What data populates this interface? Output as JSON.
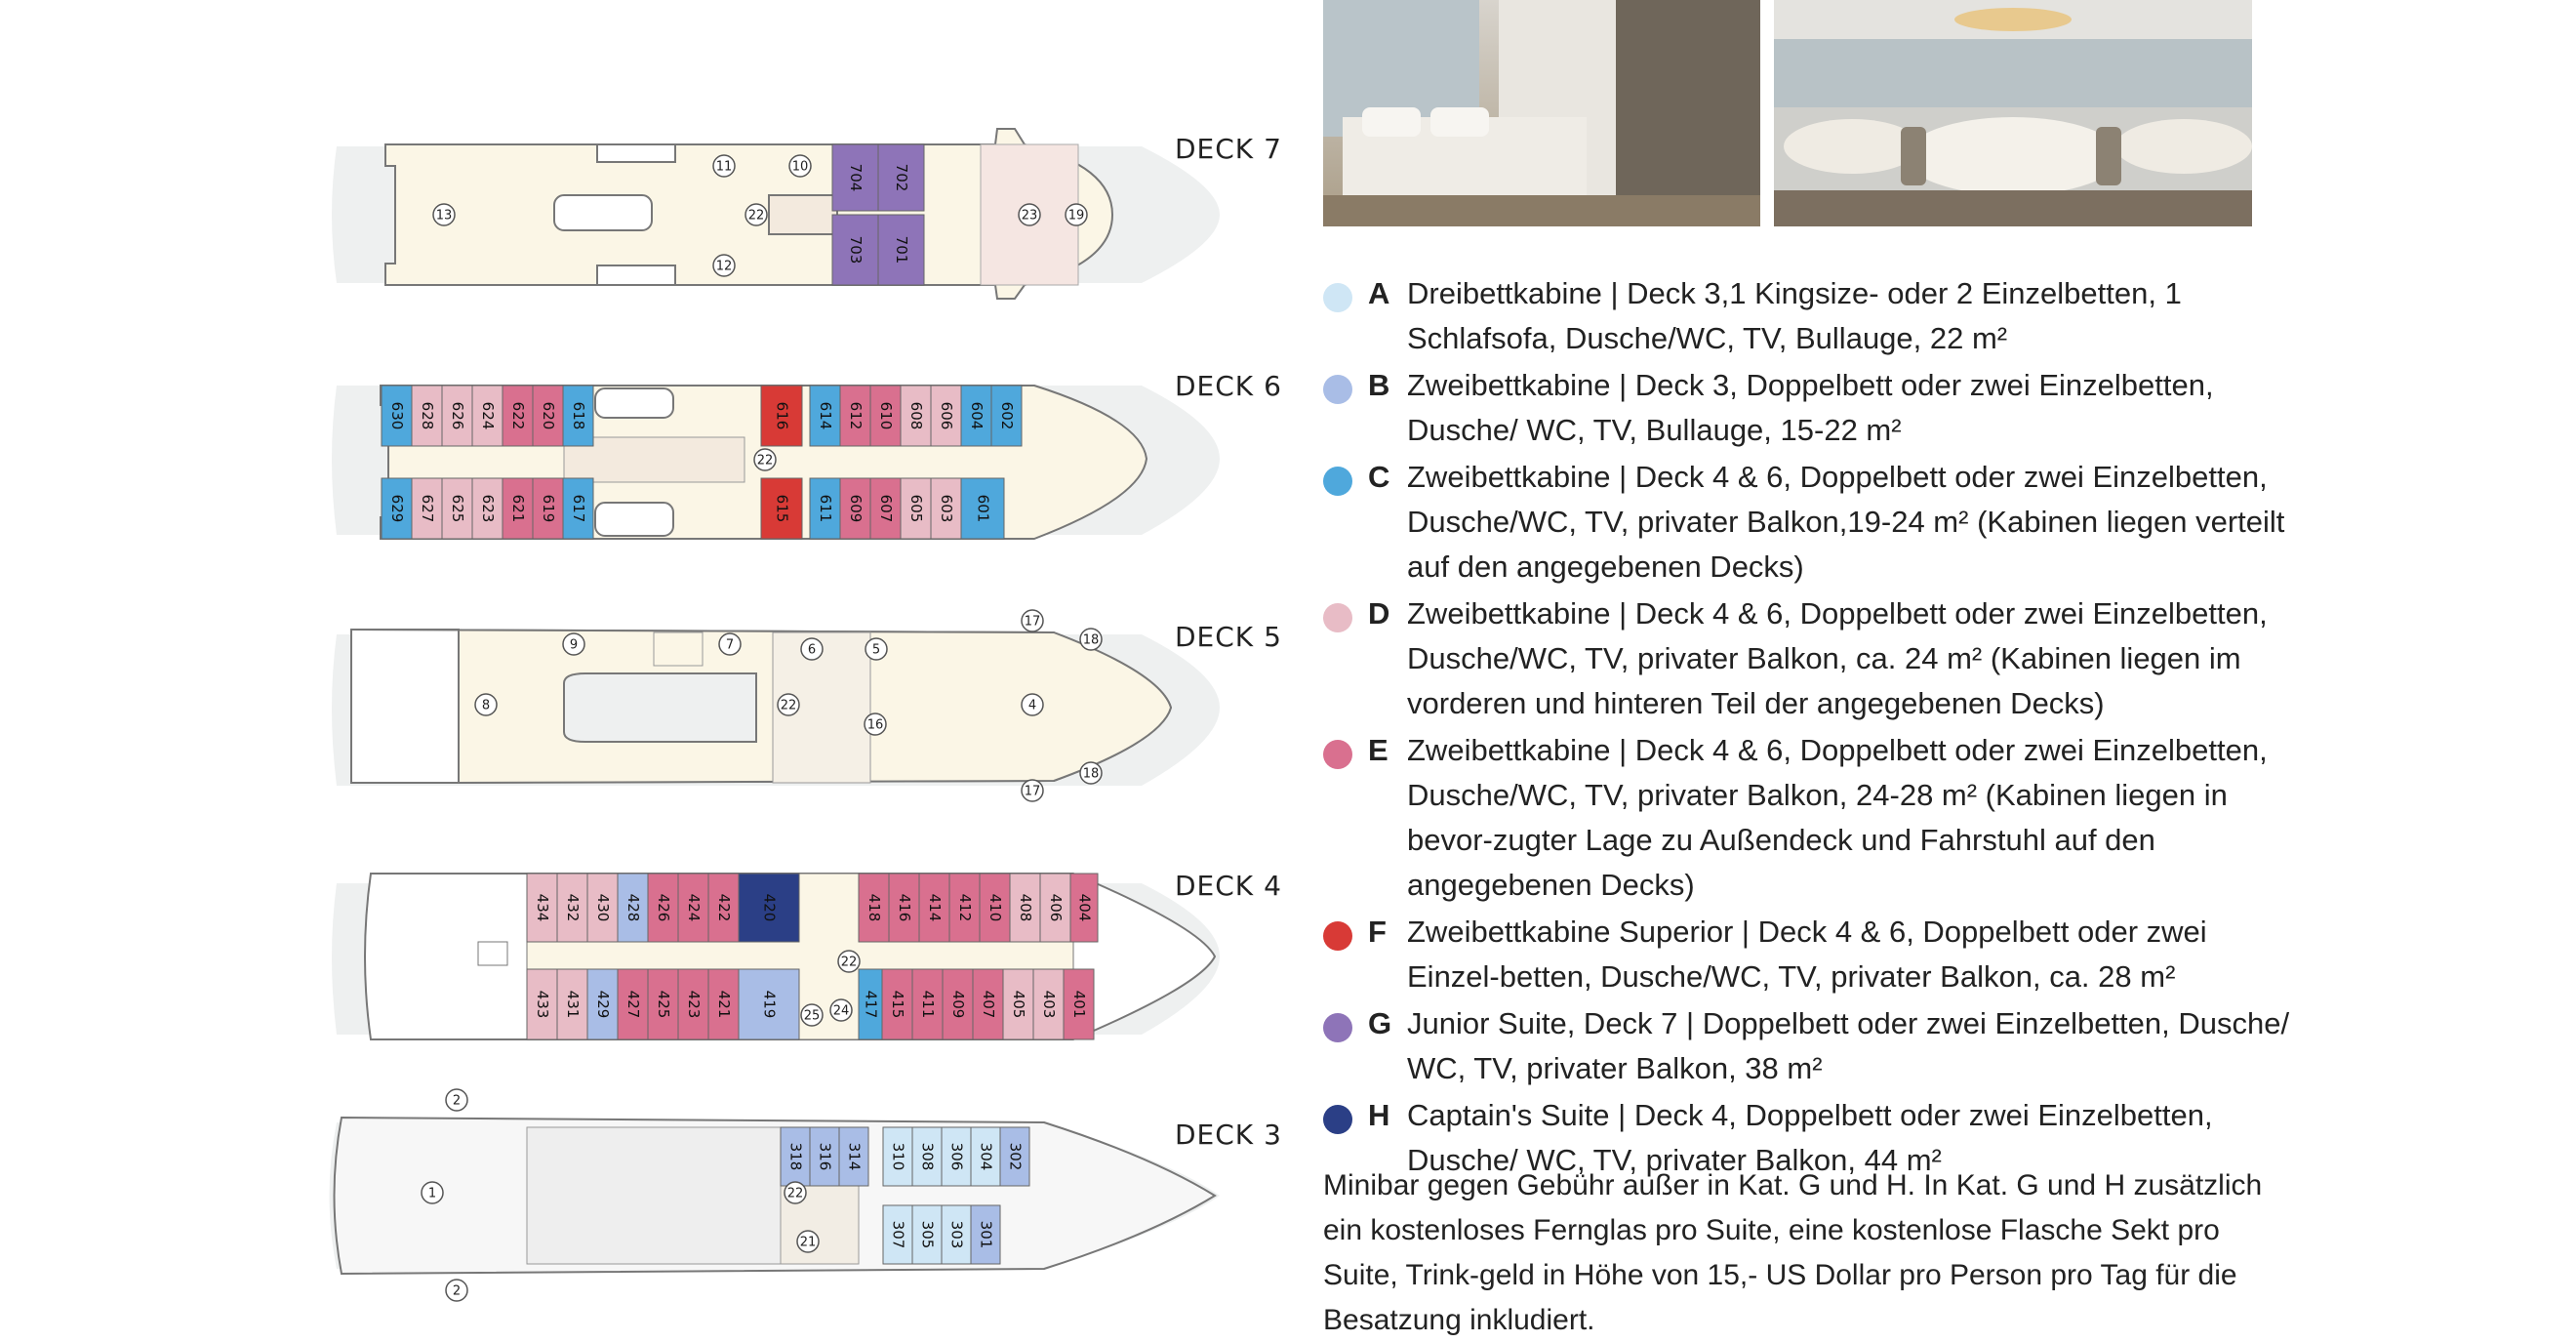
{
  "decks": {
    "deck7": {
      "label": "DECK 7",
      "cabins": [
        {
          "n": "704",
          "cat": "G"
        },
        {
          "n": "702",
          "cat": "G"
        },
        {
          "n": "703",
          "cat": "G"
        },
        {
          "n": "701",
          "cat": "G"
        }
      ],
      "points": [
        "11",
        "10",
        "13",
        "22",
        "12",
        "23",
        "19"
      ]
    },
    "deck6": {
      "label": "DECK 6",
      "top": [
        {
          "n": "630",
          "cat": "C"
        },
        {
          "n": "628",
          "cat": "D"
        },
        {
          "n": "626",
          "cat": "D"
        },
        {
          "n": "624",
          "cat": "D"
        },
        {
          "n": "622",
          "cat": "E"
        },
        {
          "n": "620",
          "cat": "E"
        },
        {
          "n": "618",
          "cat": "C"
        },
        {
          "n": "616",
          "cat": "F"
        },
        {
          "n": "614",
          "cat": "C"
        },
        {
          "n": "612",
          "cat": "E"
        },
        {
          "n": "610",
          "cat": "E"
        },
        {
          "n": "608",
          "cat": "D"
        },
        {
          "n": "606",
          "cat": "D"
        },
        {
          "n": "604",
          "cat": "C"
        },
        {
          "n": "602",
          "cat": "C"
        }
      ],
      "bottom": [
        {
          "n": "629",
          "cat": "C"
        },
        {
          "n": "627",
          "cat": "D"
        },
        {
          "n": "625",
          "cat": "D"
        },
        {
          "n": "623",
          "cat": "D"
        },
        {
          "n": "621",
          "cat": "E"
        },
        {
          "n": "619",
          "cat": "E"
        },
        {
          "n": "617",
          "cat": "C"
        },
        {
          "n": "615",
          "cat": "F"
        },
        {
          "n": "611",
          "cat": "C"
        },
        {
          "n": "609",
          "cat": "E"
        },
        {
          "n": "607",
          "cat": "E"
        },
        {
          "n": "605",
          "cat": "D"
        },
        {
          "n": "603",
          "cat": "D"
        },
        {
          "n": "601",
          "cat": "C"
        }
      ],
      "points": [
        "22"
      ]
    },
    "deck5": {
      "label": "DECK 5",
      "points": [
        "9",
        "7",
        "6",
        "5",
        "17",
        "18",
        "8",
        "22",
        "16",
        "4",
        "17",
        "18"
      ]
    },
    "deck4": {
      "label": "DECK 4",
      "top": [
        {
          "n": "434",
          "cat": "D"
        },
        {
          "n": "432",
          "cat": "D"
        },
        {
          "n": "430",
          "cat": "D"
        },
        {
          "n": "428",
          "cat": "B"
        },
        {
          "n": "426",
          "cat": "E"
        },
        {
          "n": "424",
          "cat": "E"
        },
        {
          "n": "422",
          "cat": "E"
        },
        {
          "n": "420",
          "cat": "H"
        },
        {
          "n": "418",
          "cat": "E"
        },
        {
          "n": "416",
          "cat": "E"
        },
        {
          "n": "414",
          "cat": "E"
        },
        {
          "n": "412",
          "cat": "E"
        },
        {
          "n": "410",
          "cat": "E"
        },
        {
          "n": "408",
          "cat": "D"
        },
        {
          "n": "406",
          "cat": "D"
        },
        {
          "n": "404",
          "cat": "E"
        }
      ],
      "bottom": [
        {
          "n": "433",
          "cat": "D"
        },
        {
          "n": "431",
          "cat": "D"
        },
        {
          "n": "429",
          "cat": "B"
        },
        {
          "n": "427",
          "cat": "E"
        },
        {
          "n": "425",
          "cat": "E"
        },
        {
          "n": "423",
          "cat": "E"
        },
        {
          "n": "421",
          "cat": "E"
        },
        {
          "n": "419",
          "cat": "B"
        },
        {
          "n": "417",
          "cat": "C"
        },
        {
          "n": "415",
          "cat": "E"
        },
        {
          "n": "411",
          "cat": "E"
        },
        {
          "n": "409",
          "cat": "E"
        },
        {
          "n": "407",
          "cat": "E"
        },
        {
          "n": "405",
          "cat": "D"
        },
        {
          "n": "403",
          "cat": "D"
        },
        {
          "n": "401",
          "cat": "E"
        }
      ],
      "points": [
        "22",
        "25",
        "24"
      ]
    },
    "deck3": {
      "label": "DECK 3",
      "top": [
        {
          "n": "318",
          "cat": "B"
        },
        {
          "n": "316",
          "cat": "B"
        },
        {
          "n": "314",
          "cat": "B"
        },
        {
          "n": "310",
          "cat": "A"
        },
        {
          "n": "308",
          "cat": "A"
        },
        {
          "n": "306",
          "cat": "A"
        },
        {
          "n": "304",
          "cat": "A"
        },
        {
          "n": "302",
          "cat": "B"
        }
      ],
      "bottom": [
        {
          "n": "307",
          "cat": "A"
        },
        {
          "n": "305",
          "cat": "A"
        },
        {
          "n": "303",
          "cat": "A"
        },
        {
          "n": "301",
          "cat": "B"
        }
      ],
      "points": [
        "2",
        "1",
        "22",
        "21",
        "2"
      ]
    }
  },
  "legend": [
    {
      "cat": "A",
      "color": "#cfe6f5",
      "text": "Dreibettkabine | Deck 3,1 Kingsize- oder 2 Einzelbetten, 1 Schlafsofa, Dusche/WC, TV, Bullauge, 22 m²"
    },
    {
      "cat": "B",
      "color": "#a9bde6",
      "text": "Zweibettkabine | Deck 3, Doppelbett oder zwei Einzelbetten, Dusche/ WC, TV, Bullauge, 15-22 m²"
    },
    {
      "cat": "C",
      "color": "#4fa8dc",
      "text": "Zweibettkabine | Deck 4 & 6, Doppelbett oder zwei Einzelbetten, Dusche/WC, TV, privater Balkon,19-24 m² (Kabinen liegen verteilt auf den angegebenen Decks)"
    },
    {
      "cat": "D",
      "color": "#e8bcc6",
      "text": "Zweibettkabine | Deck 4 & 6, Doppelbett oder zwei Einzelbetten, Dusche/WC, TV, privater Balkon, ca. 24 m² (Kabinen liegen im vorderen und hinteren Teil der angegebenen Decks)"
    },
    {
      "cat": "E",
      "color": "#d9708f",
      "text": "Zweibettkabine | Deck 4 & 6, Doppelbett oder zwei Einzelbetten, Dusche/WC, TV, privater Balkon, 24-28 m² (Kabinen liegen in bevor-zugter Lage zu Außendeck und Fahrstuhl auf den angegebenen Decks)"
    },
    {
      "cat": "F",
      "color": "#d83a36",
      "text": "Zweibettkabine Superior | Deck 4 & 6, Doppelbett oder zwei Einzel-betten, Dusche/WC, TV, privater Balkon, ca. 28 m²"
    },
    {
      "cat": "G",
      "color": "#8e74b8",
      "text": "Junior Suite, Deck 7 | Doppelbett oder zwei Einzelbetten, Dusche/ WC, TV, privater Balkon, 38 m²"
    },
    {
      "cat": "H",
      "color": "#2b3f86",
      "text": "Captain's Suite | Deck 4, Doppelbett oder zwei Einzelbetten, Dusche/ WC, TV, privater Balkon, 44 m²"
    }
  ],
  "footnote": "Minibar gegen Gebühr außer in Kat. G und H. In Kat. G und H zusätzlich ein kostenloses Fernglas pro Suite, eine kostenlose Flasche Sekt pro Suite, Trink-geld in Höhe von 15,- US Dollar pro Person pro Tag für die Besatzung inkludiert.",
  "photos": [
    {
      "name": "cabin-photo"
    },
    {
      "name": "restaurant-photo"
    }
  ]
}
